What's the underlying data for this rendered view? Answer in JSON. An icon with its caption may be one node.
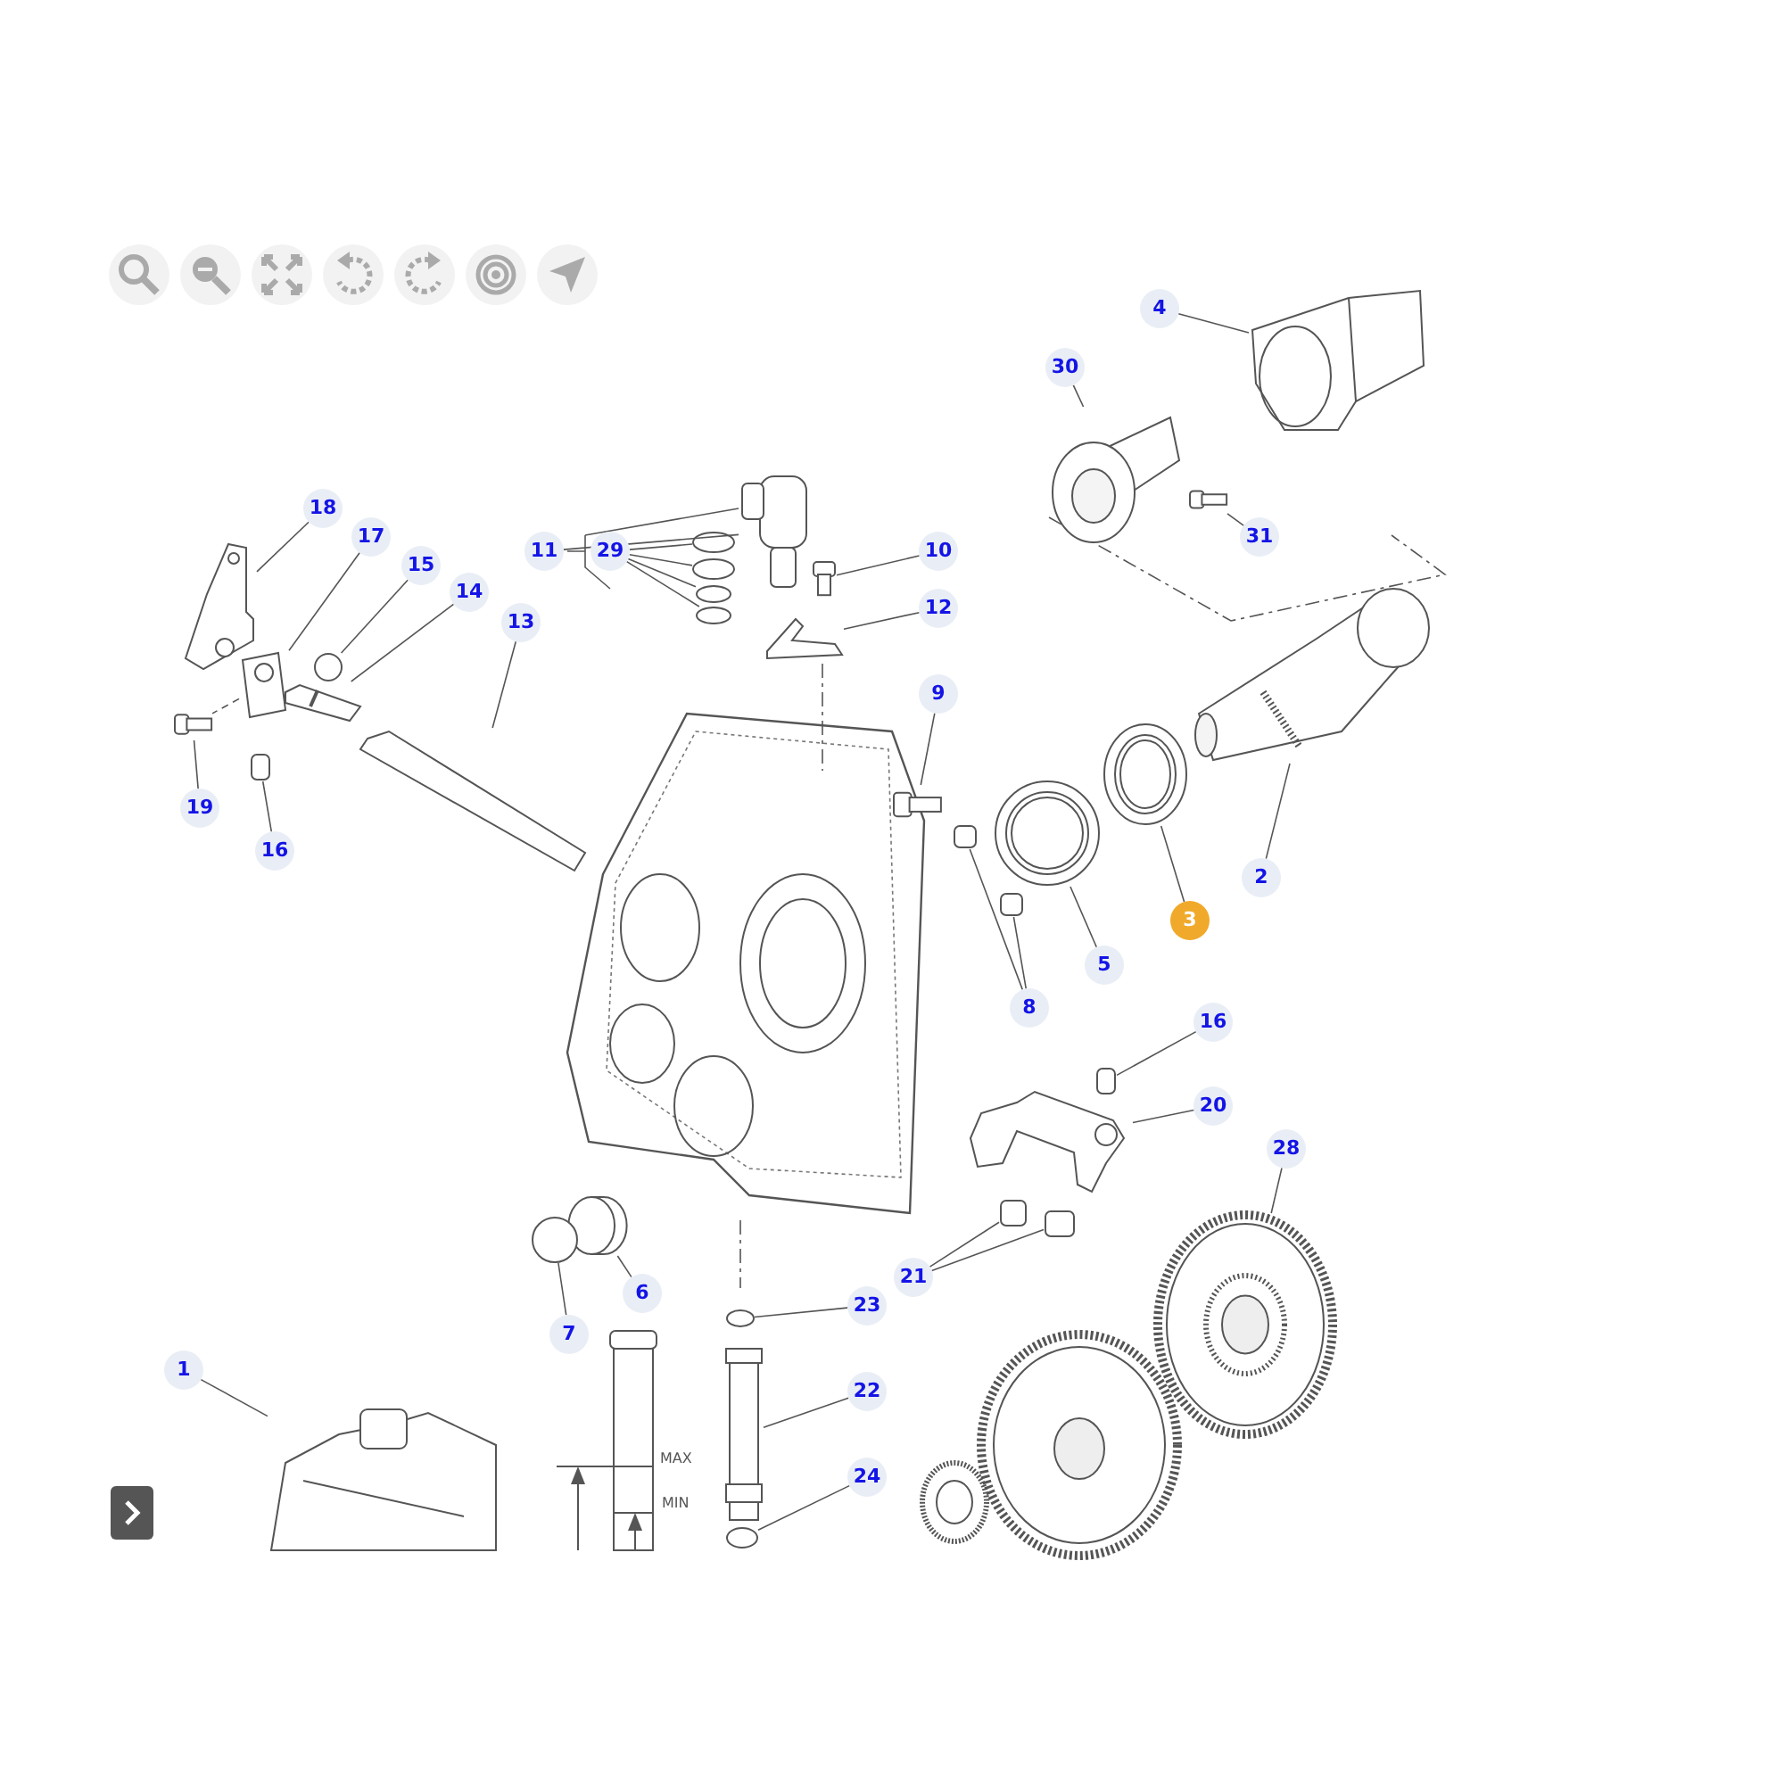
{
  "diagram": {
    "nodes": [
      {
        "text": [
          "4"
        ]
      },
      {
        "text": [],
        "shape": "picture"
      },
      {
        "text": [
          "30"
        ]
      },
      {
        "text": [],
        "shape": "picture"
      },
      {
        "text": [
          "18"
        ]
      },
      {
        "text": [],
        "shape": "picture"
      },
      {
        "text": [
          "17"
        ]
      },
      {
        "text": [],
        "shape": "picture"
      },
      {
        "text": [
          "15"
        ]
      },
      {
        "text": [],
        "shape": "circle"
      },
      {
        "text": [
          "14"
        ]
      },
      {
        "text": [],
        "shape": "picture"
      },
      {
        "text": [
          "13"
        ]
      },
      {
        "text": [],
        "shape": "picture"
      },
      {
        "text": [
          "11"
        ]
      },
      {
        "text": [],
        "shape": "picture"
      },
      {
        "text": [
          "29"
        ]
      },
      {
        "text": [],
        "shape": "circle"
      },
      {
        "text": [],
        "shape": "circle"
      },
      {
        "text": [],
        "shape": "circle"
      },
      {
        "text": [],
        "shape": "circle"
      },
      {
        "text": [
          "10"
        ]
      },
      {
        "text": [],
        "shape": "picture"
      },
      {
        "text": [
          "31"
        ]
      },
      {
        "text": [],
        "shape": "picture"
      },
      {
        "text": [
          "12"
        ]
      },
      {
        "text": [],
        "shape": "picture"
      },
      {
        "text": [
          "9"
        ]
      },
      {
        "text": [],
        "shape": "picture"
      },
      {
        "text": [
          "19"
        ]
      },
      {
        "text": [],
        "shape": "picture"
      },
      {
        "text": [
          "16"
        ]
      },
      {
        "text": [],
        "shape": "box"
      },
      {
        "text": [
          "2"
        ]
      },
      {
        "text": [],
        "shape": "picture"
      },
      {
        "text": [
          "3"
        ]
      },
      {
        "text": [],
        "shape": "picture"
      },
      {
        "text": [
          "5"
        ]
      },
      {
        "text": [],
        "shape": "picture"
      },
      {
        "text": [
          "8"
        ]
      },
      {
        "text": [],
        "shape": "box"
      },
      {
        "text": [],
        "shape": "box"
      },
      {
        "text": [
          "16"
        ]
      },
      {
        "text": [],
        "shape": "box"
      },
      {
        "text": [
          "20"
        ]
      },
      {
        "text": [],
        "shape": "picture"
      },
      {
        "text": [
          "28"
        ]
      },
      {
        "text": [],
        "shape": "picture"
      },
      {
        "text": [
          "6"
        ]
      },
      {
        "text": [],
        "shape": "cylinder"
      },
      {
        "text": [
          "7"
        ]
      },
      {
        "text": [],
        "shape": "circle"
      },
      {
        "text": [
          "21"
        ]
      },
      {
        "text": [],
        "shape": "box"
      },
      {
        "text": [],
        "shape": "box"
      },
      {
        "text": [
          "23"
        ]
      },
      {
        "text": [],
        "shape": "circle"
      },
      {
        "text": [
          "22"
        ]
      },
      {
        "text": [],
        "shape": "cylinder"
      },
      {
        "text": [
          "1"
        ]
      },
      {
        "text": [],
        "shape": "picture"
      },
      {
        "text": [
          "24"
        ]
      },
      {
        "text": [],
        "shape": "circle"
      }
    ],
    "edges": [
      {
        "from": 0,
        "to": 1,
        "arrow": "none"
      },
      {
        "from": 2,
        "to": 3,
        "arrow": "none"
      },
      {
        "from": 4,
        "to": 5,
        "arrow": "none"
      },
      {
        "from": 6,
        "to": 7,
        "arrow": "none"
      },
      {
        "from": 8,
        "to": 9,
        "arrow": "none"
      },
      {
        "from": 10,
        "to": 11,
        "arrow": "none"
      },
      {
        "from": 12,
        "to": 13,
        "arrow": "none"
      },
      {
        "from": 14,
        "to": 15,
        "arrow": "none"
      },
      {
        "from": 16,
        "to": 17,
        "arrow": "none"
      },
      {
        "from": 16,
        "to": 18,
        "arrow": "none"
      },
      {
        "from": 16,
        "to": 19,
        "arrow": "none"
      },
      {
        "from": 16,
        "to": 20,
        "arrow": "none"
      },
      {
        "from": 21,
        "to": 22,
        "arrow": "none"
      },
      {
        "from": 23,
        "to": 24,
        "arrow": "none"
      },
      {
        "from": 25,
        "to": 26,
        "arrow": "none"
      },
      {
        "from": 27,
        "to": 28,
        "arrow": "none"
      },
      {
        "from": 29,
        "to": 30,
        "arrow": "none"
      },
      {
        "from": 31,
        "to": 32,
        "arrow": "none"
      },
      {
        "from": 33,
        "to": 34,
        "arrow": "none"
      },
      {
        "from": 35,
        "to": 36,
        "arrow": "none"
      },
      {
        "from": 37,
        "to": 38,
        "arrow": "none"
      },
      {
        "from": 39,
        "to": 40,
        "arrow": "none"
      },
      {
        "from": 39,
        "to": 41,
        "arrow": "none"
      },
      {
        "from": 42,
        "to": 43,
        "arrow": "none"
      },
      {
        "from": 44,
        "to": 45,
        "arrow": "none"
      },
      {
        "from": 46,
        "to": 47,
        "arrow": "none"
      },
      {
        "from": 48,
        "to": 49,
        "arrow": "none"
      },
      {
        "from": 50,
        "to": 51,
        "arrow": "none"
      },
      {
        "from": 52,
        "to": 53,
        "arrow": "none"
      },
      {
        "from": 52,
        "to": 54,
        "arrow": "none"
      },
      {
        "from": 55,
        "to": 56,
        "arrow": "none"
      },
      {
        "from": 57,
        "to": 58,
        "arrow": "none"
      },
      {
        "from": 59,
        "to": 60,
        "arrow": "none"
      },
      {
        "from": 61,
        "to": 62,
        "arrow": "none"
      },
      {
        "from": 7,
        "to": 30,
        "arrow": "none",
        "style": "dashed"
      }
    ],
    "labels": [
      "MAX",
      "MIN"
    ]
  }
}
